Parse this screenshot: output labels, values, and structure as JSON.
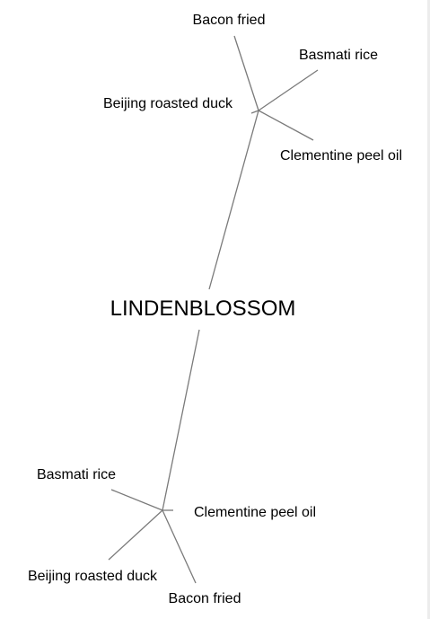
{
  "diagram": {
    "center": {
      "label": "LINDENBLOSSOM"
    },
    "branches": [
      {
        "id": "top",
        "leaves": [
          {
            "label": "Bacon fried"
          },
          {
            "label": "Basmati rice"
          },
          {
            "label": "Beijing roasted duck"
          },
          {
            "label": "Clementine peel oil"
          }
        ]
      },
      {
        "id": "bottom",
        "leaves": [
          {
            "label": "Basmati rice"
          },
          {
            "label": "Clementine peel oil"
          },
          {
            "label": "Beijing roasted duck"
          },
          {
            "label": "Bacon fried"
          }
        ]
      }
    ],
    "colors": {
      "edge": "#7a7a7a",
      "text": "#000000",
      "background": "#ffffff"
    }
  }
}
